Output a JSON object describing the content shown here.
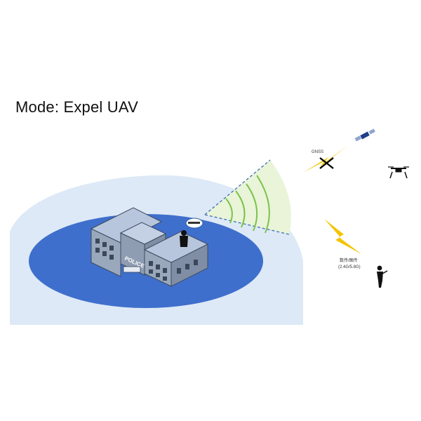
{
  "header": {
    "title": "Mode: Expel UAV"
  },
  "building": {
    "sign": "POLICE"
  },
  "labels": {
    "gnss": "GNSS",
    "datalink_line1": "数传/图传",
    "datalink_line2": "(2.4G/5.8G)"
  },
  "colors": {
    "outer_zone": "#dde9f6",
    "inner_zone": "#3f6fcc",
    "beam_fill": "#e9f4d8",
    "beam_edge": "#3a6fb7",
    "wave": "#7cc24a",
    "lightning": "#f3c400",
    "building_top": "#b7c6dc",
    "building_side": "#7f8ea4",
    "building_front": "#9aa8bc",
    "window": "#3b475a"
  },
  "icons": [
    "gnss-satellite-icon",
    "cross-icon",
    "drone-icon",
    "lightning-icon",
    "operator-icon",
    "person-icon",
    "device-icon"
  ]
}
